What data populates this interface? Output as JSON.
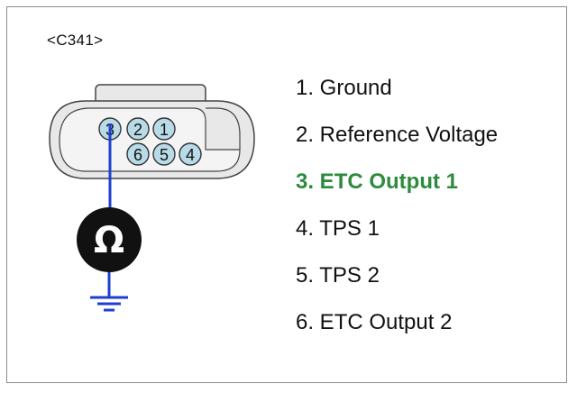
{
  "connector": {
    "label": "<C341>",
    "pins_top_row": [
      "3",
      "2",
      "1"
    ],
    "pins_bottom_row": [
      "6",
      "5",
      "4"
    ],
    "probed_pin": "3"
  },
  "meter": {
    "symbol": "Ω",
    "icon": "ohmmeter-icon"
  },
  "ground_symbol": "ground-icon",
  "pin_descriptions": [
    {
      "text": "1. Ground",
      "highlight": false
    },
    {
      "text": "2. Reference Voltage",
      "highlight": false
    },
    {
      "text": "3. ETC Output 1",
      "highlight": true
    },
    {
      "text": "4. TPS 1",
      "highlight": false
    },
    {
      "text": "5. TPS 2",
      "highlight": false
    },
    {
      "text": "6. ETC Output 2",
      "highlight": false
    }
  ],
  "colors": {
    "highlight_text": "#2e8b3e",
    "probe_wire": "#1f3fcf",
    "pin_fill": "#b9dbe8",
    "connector_fill": "#e8e8e8",
    "meter_fill": "#111111"
  }
}
